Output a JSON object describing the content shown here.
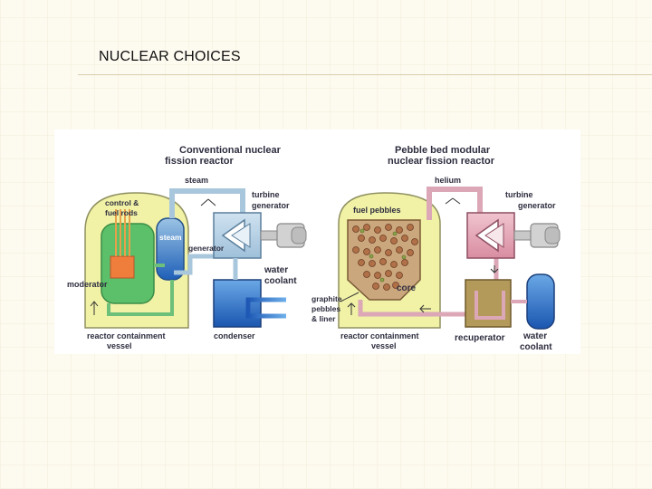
{
  "slide": {
    "title": "NUCLEAR CHOICES"
  },
  "diagram": {
    "conventional": {
      "title_line1": "Conventional nuclear",
      "title_line2": "fission reactor",
      "steam": "steam",
      "turbine_line1": "turbine",
      "turbine_line2": "generator",
      "control_line1": "control &",
      "control_line2": "fuel rods",
      "steam_gen_line1": "steam",
      "steam_gen_line2": "generator",
      "moderator": "moderator",
      "water_line1": "water",
      "water_line2": "coolant",
      "vessel_line1": "reactor containment",
      "vessel_line2": "vessel",
      "condenser": "condenser"
    },
    "pebble": {
      "title_line1": "Pebble bed modular",
      "title_line2": "nuclear fission reactor",
      "helium": "helium",
      "turbine_line1": "turbine",
      "turbine_line2": "generator",
      "fuel_pebbles": "fuel pebbles",
      "core": "core",
      "graphite_line1": "graphite",
      "graphite_line2": "pebbles",
      "graphite_line3": "& liner",
      "vessel_line1": "reactor containment",
      "vessel_line2": "vessel",
      "recuperator": "recuperator",
      "water_line1": "water",
      "water_line2": "coolant"
    },
    "colors": {
      "vessel_fill": "#f1f2a6",
      "steam_pipe": "#a9c7dc",
      "water_blue": "#1f66c2",
      "core_green": "#5cc06a",
      "fuel_orange": "#ef7d3c",
      "helium_pipe": "#dca7b6",
      "turbine_pink": "#e0a0b0",
      "recuperator_tan": "#b39a5a",
      "generator_grey": "#c8c8c8",
      "pebble_core": "#cba77e"
    }
  }
}
